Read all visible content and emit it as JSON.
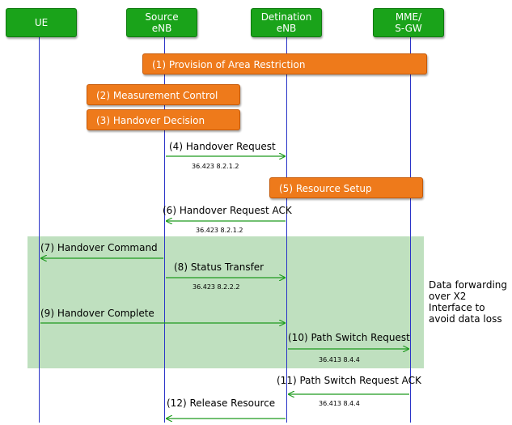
{
  "entities": {
    "ue": "UE",
    "source": "Source\neNB",
    "destination": "Detination\neNB",
    "mme": "MME/\nS-GW"
  },
  "processes": {
    "p1": "(1) Provision of Area Restriction",
    "p2": "(2) Measurement Control",
    "p3": "(3) Handover Decision",
    "p5": "(5) Resource Setup"
  },
  "messages": {
    "m4": "(4) Handover Request",
    "m4_ref": "36.423 8.2.1.2",
    "m6": "(6) Handover Request ACK",
    "m6_ref": "36.423 8.2.1.2",
    "m7": "(7) Handover Command",
    "m8": "(8) Status Transfer",
    "m8_ref": "36.423 8.2.2.2",
    "m9": "(9) Handover Complete",
    "m10": "(10) Path Switch Request",
    "m10_ref": "36.413 8.4.4",
    "m11": "(11) Path Switch Request ACK",
    "m11_ref": "36.413 8.4.4",
    "m12": "(12) Release Resource"
  },
  "note": "Data forwarding\nover X2\nInterface to\navoid data loss",
  "colors": {
    "entity": "#1aa31a",
    "process": "#ee7a1b",
    "lifeline": "#2b35c8",
    "arrow": "#1e9a1e",
    "zone": "#bfe0bf"
  }
}
